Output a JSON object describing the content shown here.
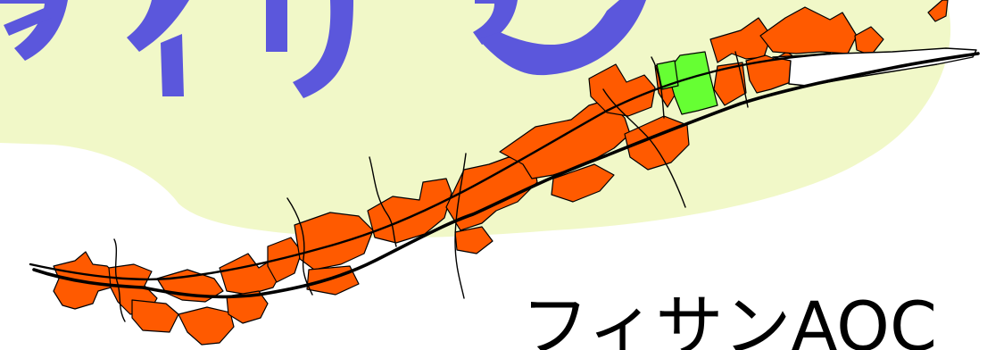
{
  "caption": {
    "text": "フィサンAOC"
  },
  "colors": {
    "background": "#ffffff",
    "backdrop": "#f1f8c8",
    "vineyard_parcels": "#ff5a00",
    "highlighted_parcels": "#66ff33",
    "roads_and_borders": "#000000",
    "title_lettering": "#5b57dc",
    "caption": "#000000"
  },
  "map": {
    "features": [
      "orange-vineyard-parcels",
      "green-highlighted-parcels",
      "black-road-lines",
      "black-stream-lines",
      "unfilled-parcel-outline-east"
    ]
  }
}
